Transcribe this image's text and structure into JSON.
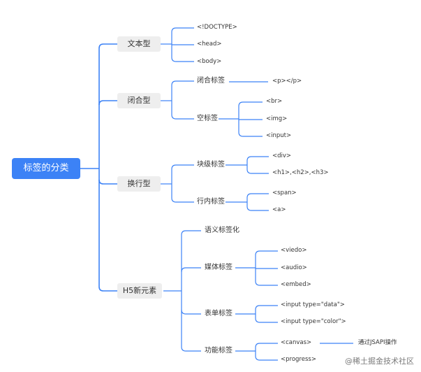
{
  "tree": {
    "root": "标签的分类",
    "text_type": {
      "label": "文本型",
      "items": [
        "<!DOCTYPE>",
        "<head>",
        "<body>"
      ]
    },
    "closed_type": {
      "label": "闭合型",
      "paired": {
        "label": "闭合标签",
        "item": "<p></p>"
      },
      "empty": {
        "label": "空标签",
        "items": [
          "<br>",
          "<img>",
          "<input>"
        ]
      }
    },
    "line_type": {
      "label": "换行型",
      "block": {
        "label": "块级标签",
        "items": [
          "<div>",
          "<h1>,<h2>,<h3>"
        ]
      },
      "inline": {
        "label": "行内标签",
        "items": [
          "<span>",
          "<a>"
        ]
      }
    },
    "h5": {
      "label": "H5新元素",
      "semantic": {
        "label": "语义标签化"
      },
      "media": {
        "label": "媒体标签",
        "items": [
          "<viedo>",
          "<audio>",
          "<embed>"
        ]
      },
      "form": {
        "label": "表单标签",
        "items": [
          "<input type=\"data\">",
          "<input type=\"color\">"
        ]
      },
      "func": {
        "label": "功能标签",
        "canvas": "<canvas>",
        "canvas_note": "通过JSAPI操作",
        "progress": "<progress>"
      }
    }
  },
  "watermark": "@稀土掘金技术社区",
  "colors": {
    "accent": "#3c82f6",
    "line": "#3c82f6",
    "box": "#eeeeee"
  }
}
